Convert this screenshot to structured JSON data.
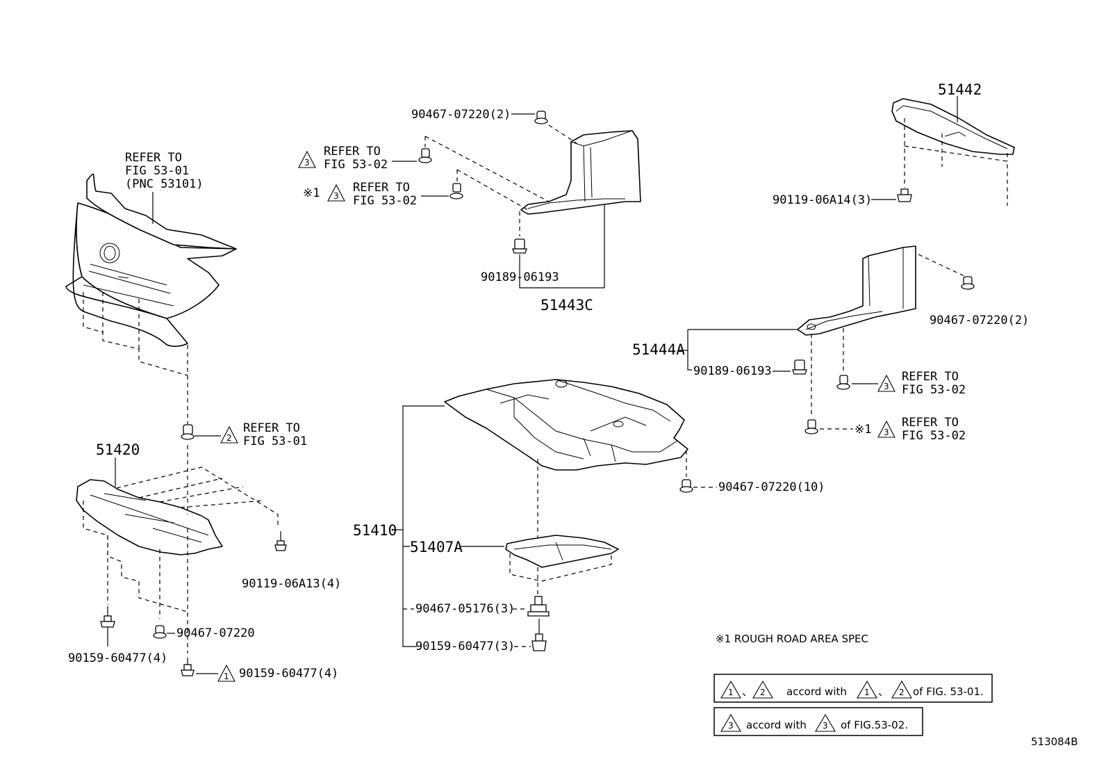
{
  "labels": {
    "refer_fig5301_pnc": [
      "REFER TO",
      "FIG 53-01",
      "(PNC 53101)"
    ],
    "refer_fig5302_top": [
      "REFER TO",
      "FIG 53-02"
    ],
    "refer_fig5302_top_r1": [
      "REFER TO",
      "FIG 53-02"
    ],
    "refer_fig5301_mid": [
      "REFER TO",
      "FIG 53-01"
    ],
    "refer_fig5302_right": [
      "REFER TO",
      "FIG 53-02"
    ],
    "refer_fig5302_right_r1": [
      "REFER TO",
      "FIG 53-02"
    ],
    "rough_mark": "※1",
    "p90467_07220_2_top": "90467-07220(2)",
    "p90189_06193_top": "90189-06193",
    "p51443C": "51443C",
    "p51442": "51442",
    "p90119_06A14_3": "90119-06A14(3)",
    "p90467_07220_2_right": "90467-07220(2)",
    "p51444A": "51444A",
    "p90189_06193_right": "90189-06193",
    "p51420": "51420",
    "p90119_06A13_4": "90119-06A13(4)",
    "p90467_07220": "90467-07220",
    "p90159_60477_4_left": "90159-60477(4)",
    "p90159_60477_4_bottom": "90159-60477(4)",
    "p90467_07220_10": "90467-07220(10)",
    "p51410": "51410",
    "p51407A": "51407A",
    "p90467_05176_3": "90467-05176(3)",
    "p90159_60477_3": "90159-60477(3)",
    "note_rough_road": "※1 ROUGH ROAD AREA SPEC",
    "legend1_sep1": "、",
    "legend1_text": "accord with",
    "legend1_sep2": "、",
    "legend1_tail": "of FIG. 53-01.",
    "legend2_text": "accord with",
    "legend2_tail": "of FIG.53-02.",
    "figure_id": "513084B"
  },
  "triangles": {
    "t1": "1",
    "t2": "2",
    "t3": "3"
  }
}
